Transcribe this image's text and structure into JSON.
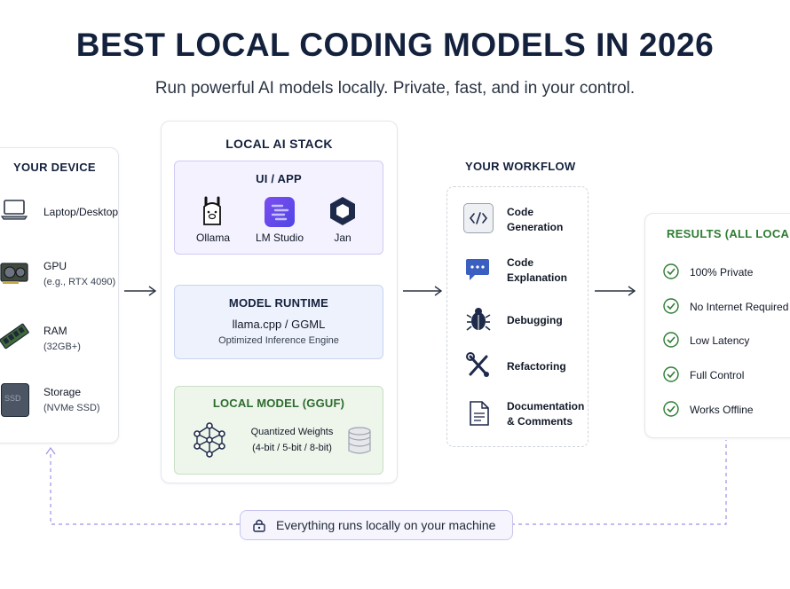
{
  "header": {
    "title": "BEST LOCAL CODING MODELS IN 2026",
    "subtitle": "Run powerful AI models locally. Private, fast, and in your control."
  },
  "device": {
    "heading": "YOUR DEVICE",
    "items": [
      {
        "label": "Laptop/Desktop",
        "sub": "",
        "icon": "laptop-icon"
      },
      {
        "label": "GPU",
        "sub": "(e.g., RTX 4090)",
        "icon": "gpu-icon"
      },
      {
        "label": "RAM",
        "sub": "(32GB+)",
        "icon": "ram-icon"
      },
      {
        "label": "Storage",
        "sub": "(NVMe SSD)",
        "icon": "ssd-icon",
        "icon_text": "SSD"
      }
    ]
  },
  "stack": {
    "heading": "LOCAL AI STACK",
    "ui": {
      "title": "UI / APP",
      "apps": [
        {
          "label": "Ollama",
          "icon": "llama-icon"
        },
        {
          "label": "LM Studio",
          "icon": "lm-studio-icon"
        },
        {
          "label": "Jan",
          "icon": "cube-icon"
        }
      ]
    },
    "runtime": {
      "title": "MODEL RUNTIME",
      "line1": "llama.cpp / GGML",
      "line2": "Optimized Inference Engine"
    },
    "model": {
      "title": "LOCAL MODEL (GGUF)",
      "line1": "Quantized Weights",
      "line2": "(4-bit / 5-bit / 8-bit)"
    }
  },
  "workflow": {
    "heading": "YOUR WORKFLOW",
    "items": [
      {
        "line1": "Code",
        "line2": "Generation",
        "icon": "code-icon"
      },
      {
        "line1": "Code",
        "line2": "Explanation",
        "icon": "chat-icon"
      },
      {
        "line1": "Debugging",
        "line2": "",
        "icon": "bug-icon"
      },
      {
        "line1": "Refactoring",
        "line2": "",
        "icon": "tools-icon"
      },
      {
        "line1": "Documentation",
        "line2": "& Comments",
        "icon": "document-icon"
      }
    ]
  },
  "results": {
    "heading": "RESULTS (ALL LOCAL)",
    "items": [
      "100% Private",
      "No Internet Required",
      "Low Latency",
      "Full Control",
      "Works Offline"
    ]
  },
  "footer": {
    "label": "Everything runs locally on your machine",
    "icon": "lock-icon"
  },
  "colors": {
    "navy": "#14213d",
    "ui_box": "#f4f2fe",
    "runtime_box": "#eef2fd",
    "model_box": "#eef6ec",
    "model_title": "#2f6b2f",
    "results_green": "#2e7d32",
    "dash": "#9b93e6"
  }
}
